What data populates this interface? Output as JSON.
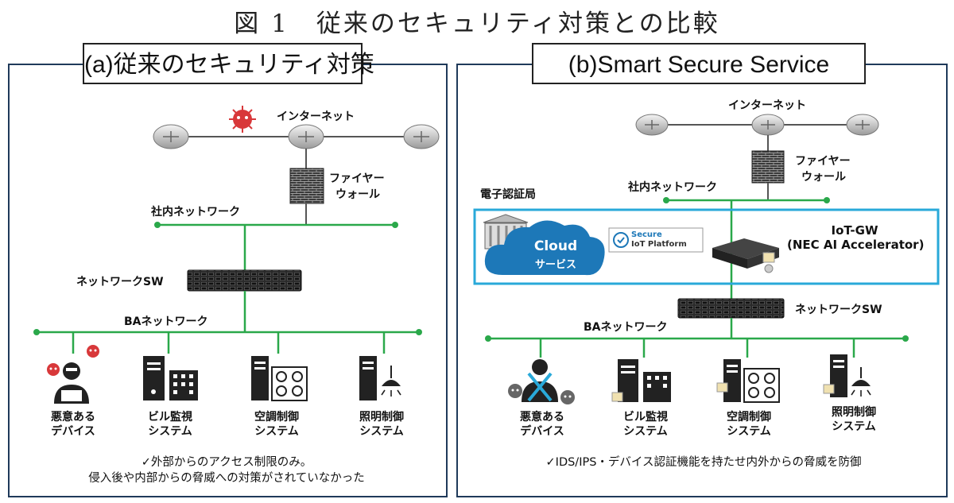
{
  "figure_title": "図 1　従来のセキュリティ対策との比較",
  "panel_a": {
    "title": "(a)従来のセキュリティ対策",
    "internet": "インターネット",
    "firewall": [
      "ファイヤー",
      "ウォール"
    ],
    "lan": "社内ネットワーク",
    "switch": "ネットワークSW",
    "ba_network": "BAネットワーク",
    "devices": [
      {
        "line1": "悪意ある",
        "line2": "デバイス"
      },
      {
        "line1": "ビル監視",
        "line2": "システム"
      },
      {
        "line1": "空調制御",
        "line2": "システム"
      },
      {
        "line1": "照明制御",
        "line2": "システム"
      }
    ],
    "note_line1": "✓外部からのアクセス制限のみ。",
    "note_line2": "侵入後や内部からの脅威への対策がされていなかった"
  },
  "panel_b": {
    "title": "(b)Smart Secure Service",
    "internet": "インターネット",
    "firewall": [
      "ファイヤー",
      "ウォール"
    ],
    "lan": "社内ネットワーク",
    "cert_authority": "電子認証局",
    "cloud_line1": "Cloud",
    "cloud_line2": "サービス",
    "platform_line1": "Secure",
    "platform_line2": "IoT Platform",
    "gateway_line1": "IoT-GW",
    "gateway_line2": "(NEC AI Accelerator)",
    "switch": "ネットワークSW",
    "ba_network": "BAネットワーク",
    "devices": [
      {
        "line1": "悪意ある",
        "line2": "デバイス"
      },
      {
        "line1": "ビル監視",
        "line2": "システム"
      },
      {
        "line1": "空調制御",
        "line2": "システム"
      },
      {
        "line1": "照明制御",
        "line2": "システム"
      }
    ],
    "note": "✓IDS/IPS・デバイス認証機能を持たせ内外からの脅威を防御"
  },
  "colors": {
    "network_line": "#2aa84a",
    "highlight_box": "#29a9d9",
    "cloud": "#1d78b8",
    "threat": "#d8383a",
    "device": "#222222"
  }
}
